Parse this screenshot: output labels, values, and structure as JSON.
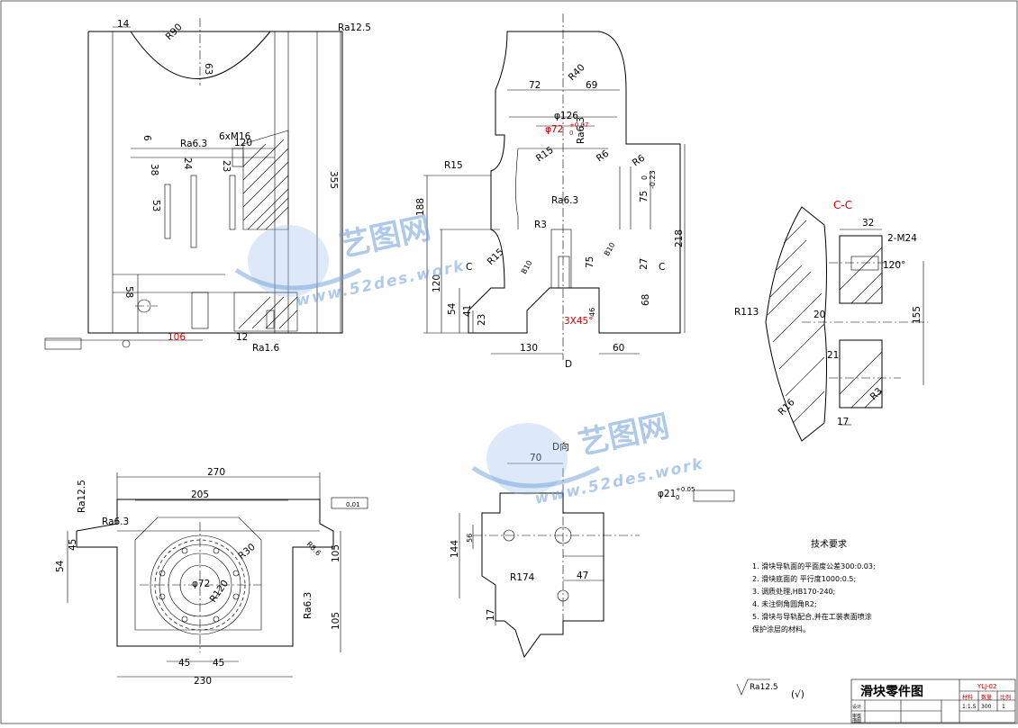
{
  "title_block": {
    "drawing_title": "滑块零件图",
    "drawing_no": "YLJ-02",
    "cells": [
      "材料",
      "数量",
      "比例",
      "1:1.5",
      "300",
      "1"
    ],
    "rows": [
      "设计",
      "审核",
      "描图"
    ]
  },
  "roughness_general": "Ra12.5",
  "roughness_rest": "(√)",
  "tech_req": {
    "heading": "技术要求",
    "items": [
      "1. 滑块导轨面的平面度公差300:0.03;",
      "2. 滑块底面的  平行度1000:0.5;",
      "3. 调质处理,HB170-240;",
      "4. 未注倒角圆角R2;",
      "5. 滑块与导轨配合,并在工装表面喷涂",
      "   保护涂层的材料。"
    ]
  },
  "watermark": {
    "text": "艺图网",
    "url": "www.52des.work"
  },
  "views": {
    "front": {
      "dims": [
        "14",
        "R90",
        "63",
        "Ra12.5",
        "6",
        "6xM16",
        "120",
        "Ra6.3",
        "23",
        "38",
        "24",
        "53",
        "355",
        "58",
        "106",
        "12",
        "Ra1.6"
      ]
    },
    "side": {
      "dims": [
        "R40",
        "72",
        "69",
        "φ126",
        "φ72",
        "+0.07",
        "0",
        "Ra6.3",
        "R15",
        "R15",
        "R6",
        "R6",
        "75",
        "0",
        "-0.23",
        "Ra6.3",
        "R3",
        "188",
        "218",
        "R15",
        "B10",
        "B10",
        "75",
        "27",
        "120",
        "54",
        "41",
        "23",
        "68",
        "46",
        "3X45°",
        "130",
        "60",
        "D",
        "C",
        "C"
      ]
    },
    "section_cc": {
      "label": "C-C",
      "dims": [
        "32",
        "2-M24",
        "120°",
        "R113",
        "20",
        "155",
        "21",
        "R3",
        "R16",
        "17"
      ]
    },
    "top": {
      "dims": [
        "270",
        "205",
        "Ra12.5",
        "Ra6.3",
        "0.01",
        "45",
        "54",
        "R8.6",
        "R30",
        "R120",
        "φ72",
        "105",
        "105",
        "Ra6.3",
        "45",
        "45",
        "230"
      ]
    },
    "view_d": {
      "label": "D向",
      "dims": [
        "70",
        "φ21",
        "+0.05",
        "0",
        "144",
        "56",
        "R174",
        "47",
        "17"
      ]
    }
  }
}
